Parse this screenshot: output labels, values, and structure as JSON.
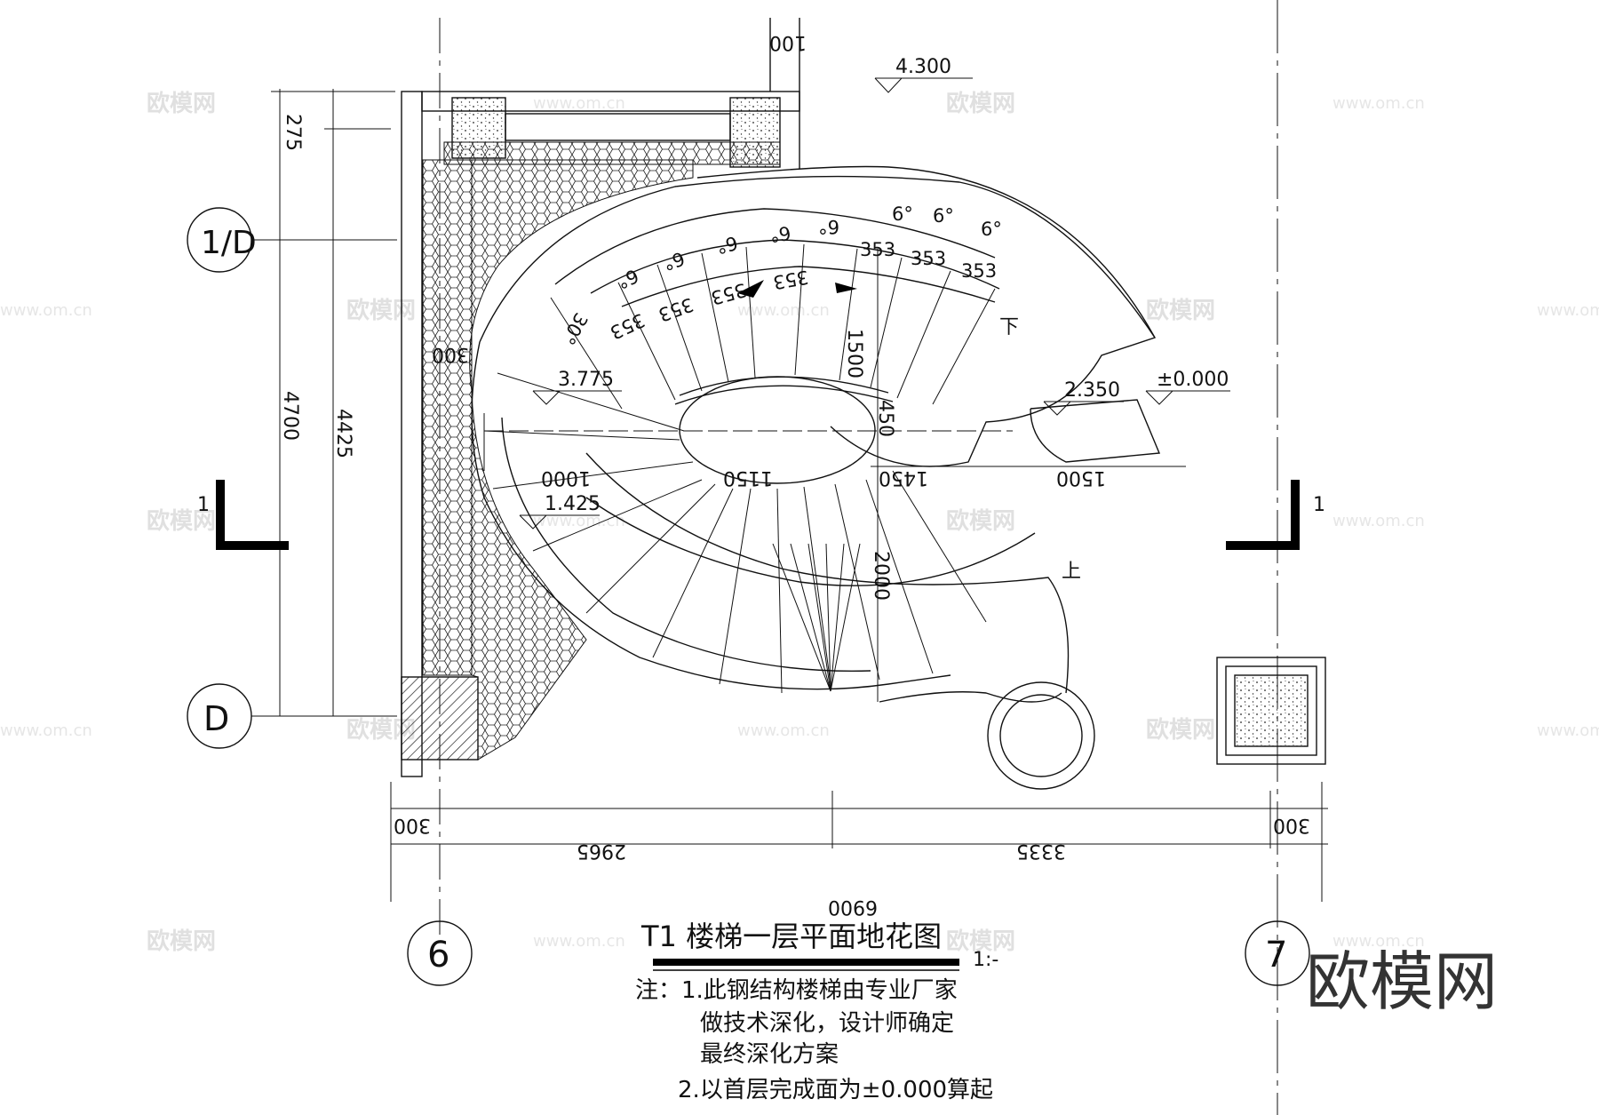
{
  "title": "T1 楼梯一层平面地花图",
  "scale": "1:-",
  "notes": [
    "注：1.此钢结构楼梯由专业厂家",
    "做技术深化，设计师确定",
    "最终深化方案",
    "2.以首层完成面为±0.000算起"
  ],
  "grid_axes": {
    "row_upper": "1/D",
    "row_lower": "D",
    "col_left": "6",
    "col_right": "7"
  },
  "section_mark": "1",
  "elevations": {
    "top": "4.300",
    "mid_left": "3.775",
    "mid_right": "2.350",
    "ground": "±0.000",
    "low_left": "1.425"
  },
  "dimensions": {
    "left_outer": "4700",
    "left_inner": "4425",
    "left_top": "275",
    "top_wall": "100",
    "bottom_total": "6900",
    "bottom_left": "2965",
    "bottom_right": "3335",
    "bottom_edge_left": "300",
    "bottom_edge_right": "300",
    "inner_wall": "300",
    "vertical_1500": "1500",
    "vertical_450": "450",
    "vertical_2000": "2000",
    "horizontal_1000": "1000",
    "horizontal_1150": "1150",
    "horizontal_1450": "1450",
    "horizontal_1500": "1500"
  },
  "tread_angle": "6°",
  "angle_30": "30°",
  "tread_width": "353",
  "stair_dir_up": "上",
  "stair_dir_down": "下",
  "watermark": {
    "brand": "欧模网",
    "url": "www.om.cn"
  },
  "colors": {
    "line": "#111111",
    "watermark": "#e0e0e0",
    "brand": "#333333"
  }
}
